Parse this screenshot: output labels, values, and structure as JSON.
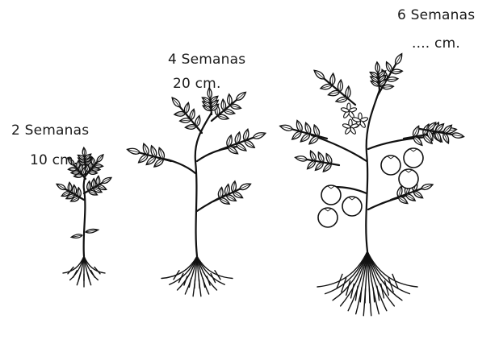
{
  "plants": [
    {
      "weeks": "2 Semanas",
      "height": "10 cm."
    },
    {
      "weeks": "4 Semanas",
      "height": "20 cm."
    },
    {
      "weeks": "6 Semanas",
      "height": ".... cm."
    }
  ]
}
